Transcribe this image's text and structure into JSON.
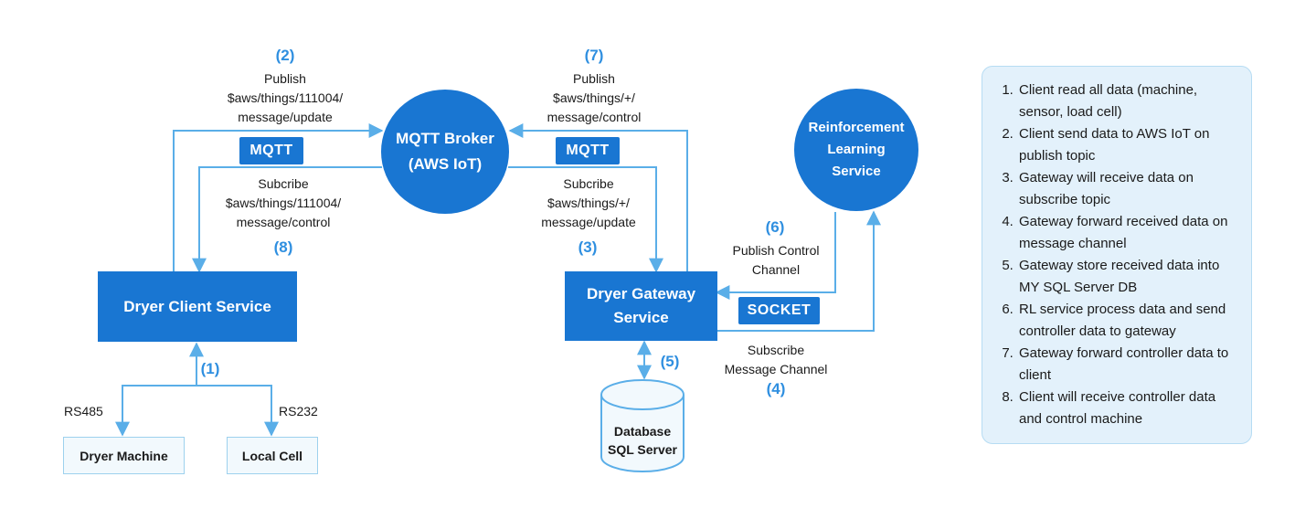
{
  "mqtt_broker": {
    "line1": "MQTT Broker",
    "line2": "(AWS IoT)"
  },
  "rl_service": {
    "line1": "Reinforcement",
    "line2": "Learning",
    "line3": "Service"
  },
  "dryer_client": {
    "label": "Dryer Client Service"
  },
  "dryer_gateway": {
    "line1": "Dryer Gateway",
    "line2": "Service"
  },
  "database": {
    "line1": "Database",
    "line2": "SQL Server"
  },
  "dryer_machine": {
    "label": "Dryer Machine"
  },
  "local_cell": {
    "label": "Local Cell"
  },
  "tags": {
    "mqtt_left": "MQTT",
    "mqtt_right": "MQTT",
    "socket": "SOCKET"
  },
  "links": {
    "rs485": "RS485",
    "rs232": "RS232",
    "step2": {
      "num": "(2)",
      "line1": "Publish",
      "line2": "$aws/things/111004/",
      "line3": "message/update"
    },
    "step8": {
      "num": "(8)",
      "line1": "Subcribe",
      "line2": "$aws/things/111004/",
      "line3": "message/control"
    },
    "step7": {
      "num": "(7)",
      "line1": "Publish",
      "line2": "$aws/things/+/",
      "line3": "message/control"
    },
    "step3": {
      "num": "(3)",
      "line1": "Subcribe",
      "line2": "$aws/things/+/",
      "line3": "message/update"
    },
    "step6": {
      "num": "(6)",
      "line1": "Publish Control",
      "line2": "Channel"
    },
    "step4": {
      "num": "(4)",
      "line1": "Subscribe",
      "line2": "Message Channel"
    },
    "step1": {
      "num": "(1)"
    },
    "step5": {
      "num": "(5)"
    }
  },
  "notes": [
    "Client read all data (machine, sensor, load cell)",
    "Client send data to AWS IoT on publish topic",
    "Gateway will receive data on subscribe topic",
    "Gateway forward received data on message channel",
    "Gateway store received data into MY SQL Server DB",
    "RL service process data and send controller data to gateway",
    " Gateway forward controller data to client",
    "Client will receive controller data and control machine"
  ],
  "colors": {
    "primary": "#1976d2",
    "arrow": "#5aaee8",
    "step_number": "#2f8fe0",
    "notes_bg": "#e3f1fb"
  }
}
